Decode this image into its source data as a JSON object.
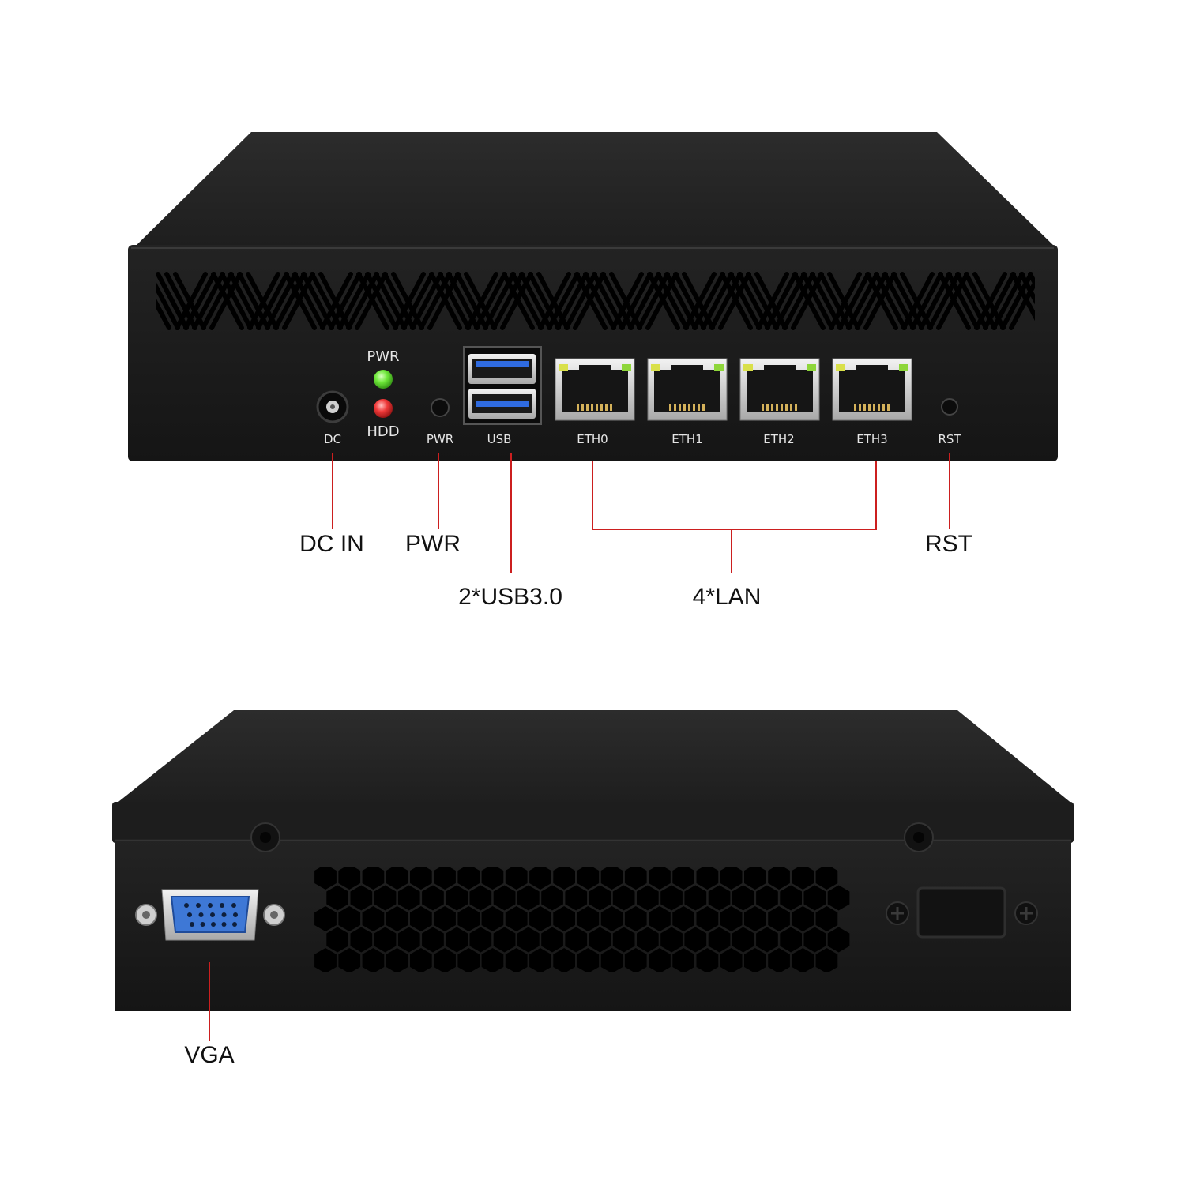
{
  "front_panel": {
    "led_labels": {
      "power": "PWR",
      "disk": "HDD"
    },
    "port_labels": {
      "dc": "DC",
      "pwr": "PWR",
      "usb": "USB",
      "eth": [
        "ETH0",
        "ETH1",
        "ETH2",
        "ETH3"
      ],
      "rst": "RST"
    }
  },
  "callouts": {
    "dc_in": "DC IN",
    "pwr": "PWR",
    "usb": "2*USB3.0",
    "lan": "4*LAN",
    "rst": "RST",
    "vga": "VGA"
  },
  "colors": {
    "chassis": "#1c1c1c",
    "chassis_top": "#262626",
    "leader_line": "#cc1f1f",
    "led_power": "#5fe032",
    "led_disk": "#ee2b2b",
    "vga_port": "#3e78d6"
  }
}
